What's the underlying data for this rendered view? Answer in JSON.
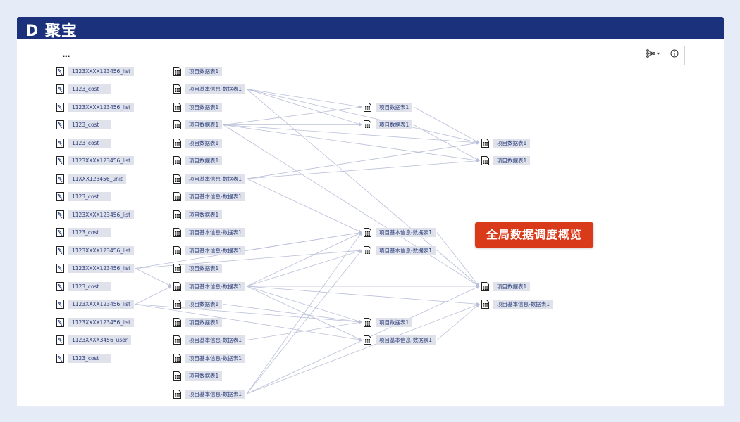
{
  "app": {
    "logo_text": "D 聚宝"
  },
  "toolbar": {
    "more_label": "...",
    "layout_icon": "lineage-layout-icon",
    "info_icon": "info-icon"
  },
  "badge": {
    "text": "全局数据调度概览",
    "color": "#d93a1a"
  },
  "colors": {
    "header": "#1b317b",
    "edge": "#b9bfd8",
    "label_bg": "#dfe2eb"
  },
  "columns": [
    {
      "type": "source",
      "nodes": [
        {
          "label": "1123XXXX123456_list",
          "row": 0
        },
        {
          "label": "1123_cost",
          "row": 1
        },
        {
          "label": "1123XXXX123456_list",
          "row": 2
        },
        {
          "label": "1123_cost",
          "row": 3
        },
        {
          "label": "1123_cost",
          "row": 4
        },
        {
          "label": "1123XXXX123456_list",
          "row": 5
        },
        {
          "label": "11XXX123456_unit",
          "row": 6
        },
        {
          "label": "1123_cost",
          "row": 7
        },
        {
          "label": "1123XXXX123456_list",
          "row": 8
        },
        {
          "label": "1123_cost",
          "row": 9
        },
        {
          "label": "1123XXXX123456_list",
          "row": 10
        },
        {
          "label": "1123XXXX123456_list",
          "row": 11
        },
        {
          "label": "1123_cost",
          "row": 12
        },
        {
          "label": "1123XXXX123456_list",
          "row": 13
        },
        {
          "label": "1123XXXX123456_list",
          "row": 14
        },
        {
          "label": "1123XXXX3456_user",
          "row": 15
        },
        {
          "label": "1123_cost",
          "row": 16
        }
      ]
    },
    {
      "type": "table",
      "nodes": [
        {
          "label": "项目数据表1",
          "row": 0
        },
        {
          "label": "项目基本信息-数据表1",
          "row": 1
        },
        {
          "label": "项目数据表1",
          "row": 2
        },
        {
          "label": "项目数据表1",
          "row": 3
        },
        {
          "label": "项目数据表1",
          "row": 4
        },
        {
          "label": "项目数据表1",
          "row": 5
        },
        {
          "label": "项目基本信息-数据表1",
          "row": 6
        },
        {
          "label": "项目基本信息-数据表1",
          "row": 7
        },
        {
          "label": "项目数据表1",
          "row": 8
        },
        {
          "label": "项目基本信息-数据表1",
          "row": 9
        },
        {
          "label": "项目基本信息-数据表1",
          "row": 10
        },
        {
          "label": "项目数据表1",
          "row": 11
        },
        {
          "label": "项目基本信息-数据表1",
          "row": 12
        },
        {
          "label": "项目数据表1",
          "row": 13
        },
        {
          "label": "项目数据表1",
          "row": 14
        },
        {
          "label": "项目基本信息-数据表1",
          "row": 15
        },
        {
          "label": "项目基本信息-数据表1",
          "row": 16
        },
        {
          "label": "项目数据表1",
          "row": 17
        },
        {
          "label": "项目基本信息-数据表1",
          "row": 18
        }
      ]
    },
    {
      "type": "table",
      "nodes": [
        {
          "label": "项目数据表1",
          "row": 2
        },
        {
          "label": "项目数据表1",
          "row": 3
        },
        {
          "label": "项目基本信息-数据表1",
          "row": 9
        },
        {
          "label": "项目基本信息-数据表1",
          "row": 10
        },
        {
          "label": "项目数据表1",
          "row": 14
        },
        {
          "label": "项目基本信息-数据表1",
          "row": 15
        }
      ]
    },
    {
      "type": "table",
      "nodes": [
        {
          "label": "项目数据表1",
          "row": 4
        },
        {
          "label": "项目数据表1",
          "row": 5
        },
        {
          "label": "项目数据表1",
          "row": 12
        },
        {
          "label": "项目基本信息-数据表1",
          "row": 13
        }
      ]
    }
  ],
  "edges": [
    [
      1,
      1,
      2,
      0
    ],
    [
      1,
      1,
      2,
      1
    ],
    [
      1,
      1,
      3,
      0
    ],
    [
      1,
      1,
      3,
      2
    ],
    [
      1,
      3,
      2,
      0
    ],
    [
      1,
      3,
      2,
      1
    ],
    [
      1,
      3,
      3,
      0
    ],
    [
      1,
      3,
      3,
      1
    ],
    [
      1,
      3,
      3,
      2
    ],
    [
      1,
      6,
      3,
      0
    ],
    [
      1,
      6,
      3,
      1
    ],
    [
      1,
      6,
      2,
      2
    ],
    [
      0,
      11,
      1,
      12
    ],
    [
      0,
      11,
      2,
      2
    ],
    [
      0,
      11,
      2,
      3
    ],
    [
      0,
      13,
      1,
      12
    ],
    [
      0,
      13,
      2,
      4
    ],
    [
      0,
      13,
      2,
      5
    ],
    [
      1,
      12,
      2,
      2
    ],
    [
      1,
      12,
      2,
      3
    ],
    [
      1,
      12,
      2,
      4
    ],
    [
      1,
      12,
      2,
      5
    ],
    [
      1,
      12,
      3,
      2
    ],
    [
      1,
      12,
      3,
      3
    ],
    [
      1,
      10,
      2,
      2
    ],
    [
      1,
      13,
      2,
      4
    ],
    [
      1,
      15,
      2,
      4
    ],
    [
      1,
      15,
      2,
      5
    ],
    [
      1,
      18,
      2,
      2
    ],
    [
      1,
      18,
      2,
      3
    ],
    [
      1,
      18,
      3,
      2
    ],
    [
      1,
      18,
      3,
      3
    ],
    [
      2,
      0,
      3,
      0
    ],
    [
      2,
      1,
      3,
      1
    ],
    [
      2,
      2,
      3,
      2
    ],
    [
      2,
      3,
      3,
      2
    ],
    [
      2,
      5,
      3,
      3
    ]
  ]
}
